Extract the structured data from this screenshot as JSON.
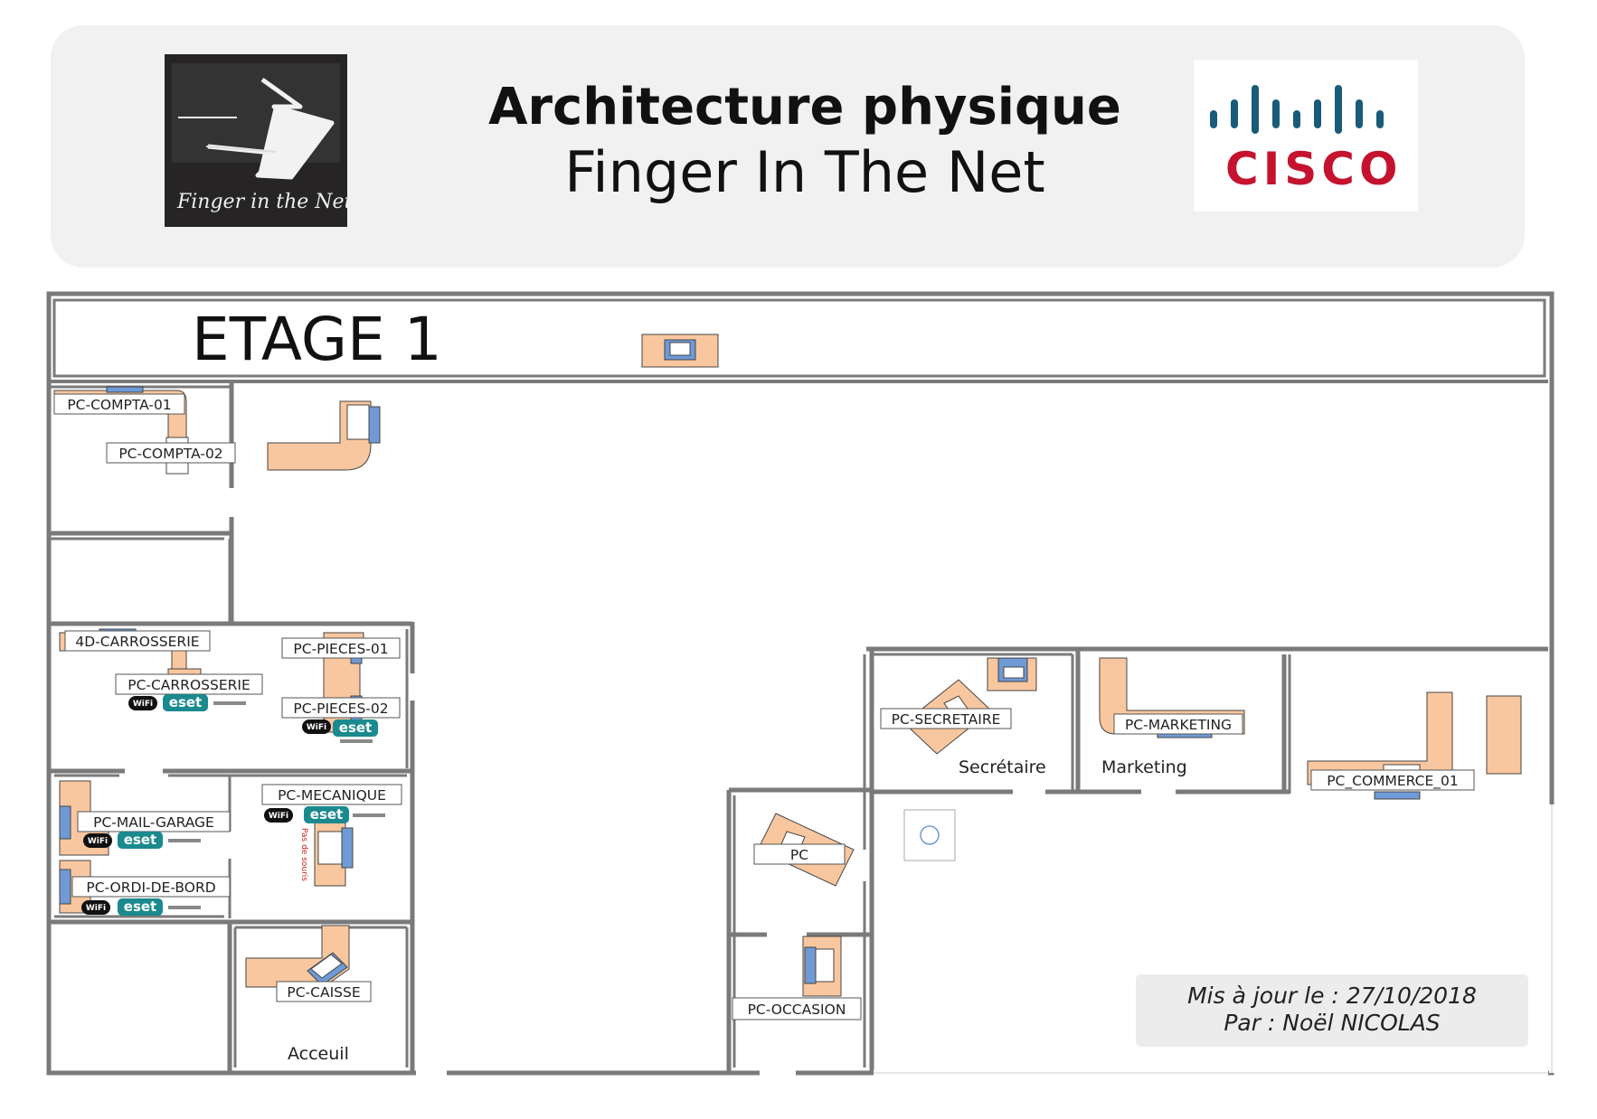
{
  "header": {
    "title": "Architecture physique",
    "subtitle": "Finger In The Net",
    "logo_left_text": "Finger in the Net",
    "logo_right_text": "CISCO"
  },
  "floor": {
    "name": "ETAGE 1"
  },
  "workstations": {
    "compta_01": "PC-COMPTA-01",
    "compta_02": "PC-COMPTA-02",
    "carrosserie_4d": "4D-CARROSSERIE",
    "carrosserie": "PC-CARROSSERIE",
    "pieces_01": "PC-PIECES-01",
    "pieces_02": "PC-PIECES-02",
    "mail_garage": "PC-MAIL-GARAGE",
    "ordi_de_bord": "PC-ORDI-DE-BORD",
    "mecanique": "PC-MECANIQUE",
    "caisse": "PC-CAISSE",
    "pc": "PC",
    "occasion": "PC-OCCASION",
    "secretaire": "PC-SECRETAIRE",
    "marketing": "PC-MARKETING",
    "commerce_01": "PC_COMMERCE_01"
  },
  "rooms": {
    "secretaire": "Secrétaire",
    "marketing": "Marketing",
    "accueil": "Acceuil"
  },
  "badges": {
    "wifi": "WiFi",
    "antivirus": "eset"
  },
  "note_no_mouse": "Pas de souris",
  "update": {
    "line1": "Mis à jour le : 27/10/2018",
    "line2": "Par : Noël NICOLAS"
  },
  "colors": {
    "desk": "#f9c79f",
    "monitor": "#6f9ad6",
    "wall": "#7a7a7a",
    "eset": "#1a8a8e",
    "cisco_red": "#c4122f",
    "cisco_blue": "#1a5b7a"
  }
}
